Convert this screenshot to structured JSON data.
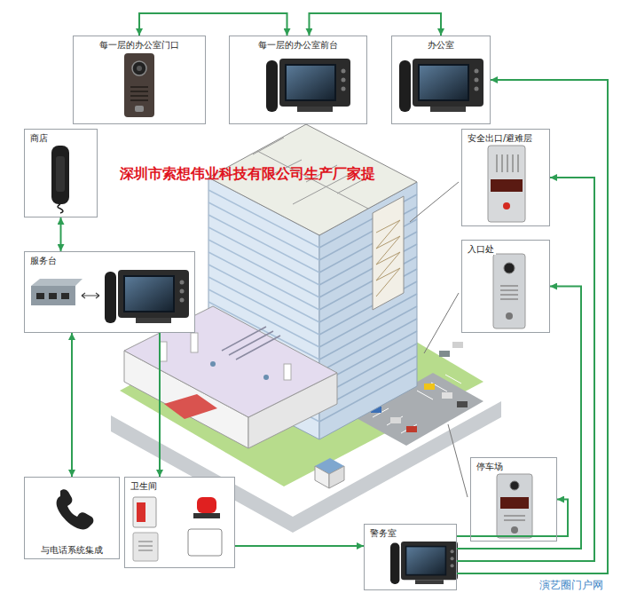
{
  "diagram": {
    "nodes": [
      {
        "text": [
          "每一层的办公室门口"
        ]
      },
      {
        "text": [
          "每一层的办公室前台"
        ]
      },
      {
        "text": [
          "办公室"
        ]
      },
      {
        "text": [
          "商店"
        ]
      },
      {
        "text": [
          "安全出口/避难层"
        ]
      },
      {
        "text": [
          "入口处"
        ]
      },
      {
        "text": [
          "服务台"
        ]
      },
      {
        "text": [
          "停车场"
        ]
      },
      {
        "text": [
          "与电话系统集成"
        ]
      },
      {
        "text": [
          "卫生间"
        ]
      },
      {
        "text": [
          "警务室"
        ]
      }
    ],
    "edges": [
      {
        "from": 0,
        "to": 1,
        "arrow": "both"
      },
      {
        "from": 1,
        "to": 2,
        "arrow": "both"
      },
      {
        "from": 3,
        "to": 6,
        "arrow": "both"
      },
      {
        "from": 6,
        "to": 8,
        "arrow": "both"
      },
      {
        "from": 6,
        "to": 9,
        "arrow": "to"
      },
      {
        "from": 9,
        "to": 10,
        "arrow": "to"
      },
      {
        "from": 10,
        "to": 2,
        "arrow": "to"
      },
      {
        "from": 10,
        "to": 4,
        "arrow": "to"
      },
      {
        "from": 10,
        "to": 5,
        "arrow": "to"
      },
      {
        "from": 10,
        "to": 7,
        "arrow": "to"
      }
    ],
    "labels": [
      "深圳市索想伟业科技有限公司生产厂家提",
      "演艺圈门户网"
    ]
  }
}
